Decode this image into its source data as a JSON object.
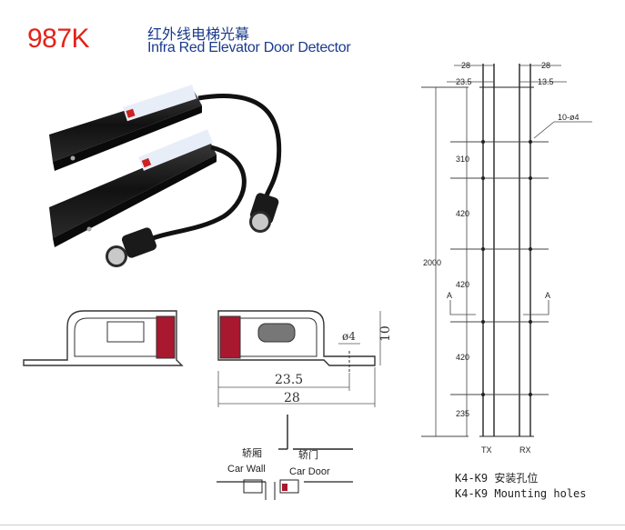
{
  "header": {
    "model": "987K",
    "title_cn": "红外线电梯光幕",
    "title_en": "Infra Red Elevator Door Detector"
  },
  "section_view": {
    "dim_4": "ø4",
    "dim_10": "10",
    "dim_23_5": "23.5",
    "dim_28": "28"
  },
  "installation": {
    "car_wall_cn": "轿厢",
    "car_wall_en": "Car Wall",
    "car_door_cn": "轿门",
    "car_door_en": "Car Door"
  },
  "elevation": {
    "top_28_left": "28",
    "top_28_right": "28",
    "top_23_5": "23.5",
    "top_13_5": "13.5",
    "holes": "10-ø4",
    "spacing_310": "310",
    "spacing_420_a": "420",
    "spacing_420_b": "420",
    "spacing_420_c": "420",
    "spacing_235": "235",
    "total_2000": "2000",
    "section_a_left": "A",
    "section_a_right": "A",
    "tx": "TX",
    "rx": "RX"
  },
  "footer": {
    "holes_cn": "K4-K9 安装孔位",
    "holes_en": "K4-K9  Mounting holes"
  },
  "colors": {
    "brand_red": "#e2231a",
    "title_blue": "#1b3a8c",
    "lens_red": "#a8182f"
  }
}
